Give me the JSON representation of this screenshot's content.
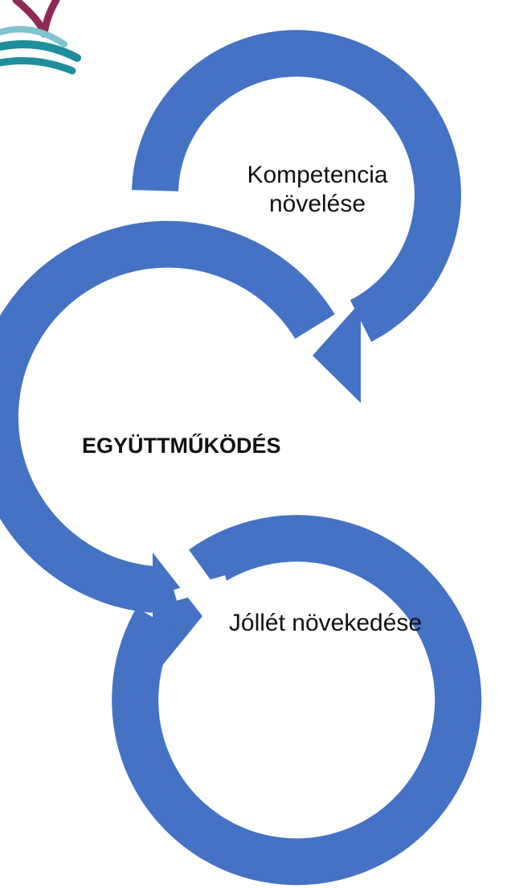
{
  "colors": {
    "arrow": "#4472c4",
    "logo_maroon": "#8e2a55",
    "logo_teal_light": "#7fc4cf",
    "logo_teal_dark": "#1e8d9c",
    "text": "#111111"
  },
  "diagram": {
    "steps": [
      {
        "text": "Kompetencia\nnövelése"
      },
      {
        "text": "EGYÜTTMŰKÖDÉS"
      },
      {
        "text": "Jóllét növekedése"
      }
    ]
  }
}
